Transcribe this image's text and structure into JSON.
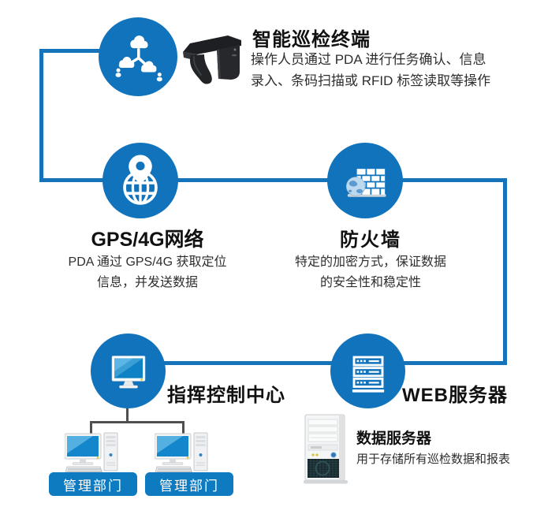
{
  "colors": {
    "primary_blue": "#1173BC",
    "connector_blue": "#1573BA",
    "connector_dark": "#4F4F4F",
    "department_label_bg": "#0E7AC0",
    "screen_blue": "#1486CC"
  },
  "nodes": {
    "terminal": {
      "title": "智能巡检终端",
      "desc_line1": "操作人员通过 PDA 进行任务确认、信息",
      "desc_line2": "录入、条码扫描或 RFID 标签读取等操作"
    },
    "gps": {
      "title": "GPS/4G网络",
      "desc_line1": "PDA 通过 GPS/4G 获取定位",
      "desc_line2": "信息，并发送数据"
    },
    "firewall": {
      "title": "防火墙",
      "desc_line1": "特定的加密方式，保证数据",
      "desc_line2": "的安全性和稳定性"
    },
    "command_center": {
      "title": "指挥控制中心"
    },
    "web_server": {
      "title": "WEB服务器"
    },
    "data_server": {
      "title": "数据服务器",
      "desc": "用于存储所有巡检数据和报表"
    },
    "departments": [
      {
        "label": "管理部门"
      },
      {
        "label": "管理部门"
      }
    ]
  },
  "icons": {
    "terminal": "cloud-network-icon",
    "terminal_device": "handheld-rfid-scanner",
    "gps": "globe-location-pin-icon",
    "firewall": "brick-wall-globe-icon",
    "command_center": "desktop-monitor-icon",
    "web_server": "server-rack-icon",
    "data_server": "tower-server",
    "department": "desktop-workstation"
  }
}
